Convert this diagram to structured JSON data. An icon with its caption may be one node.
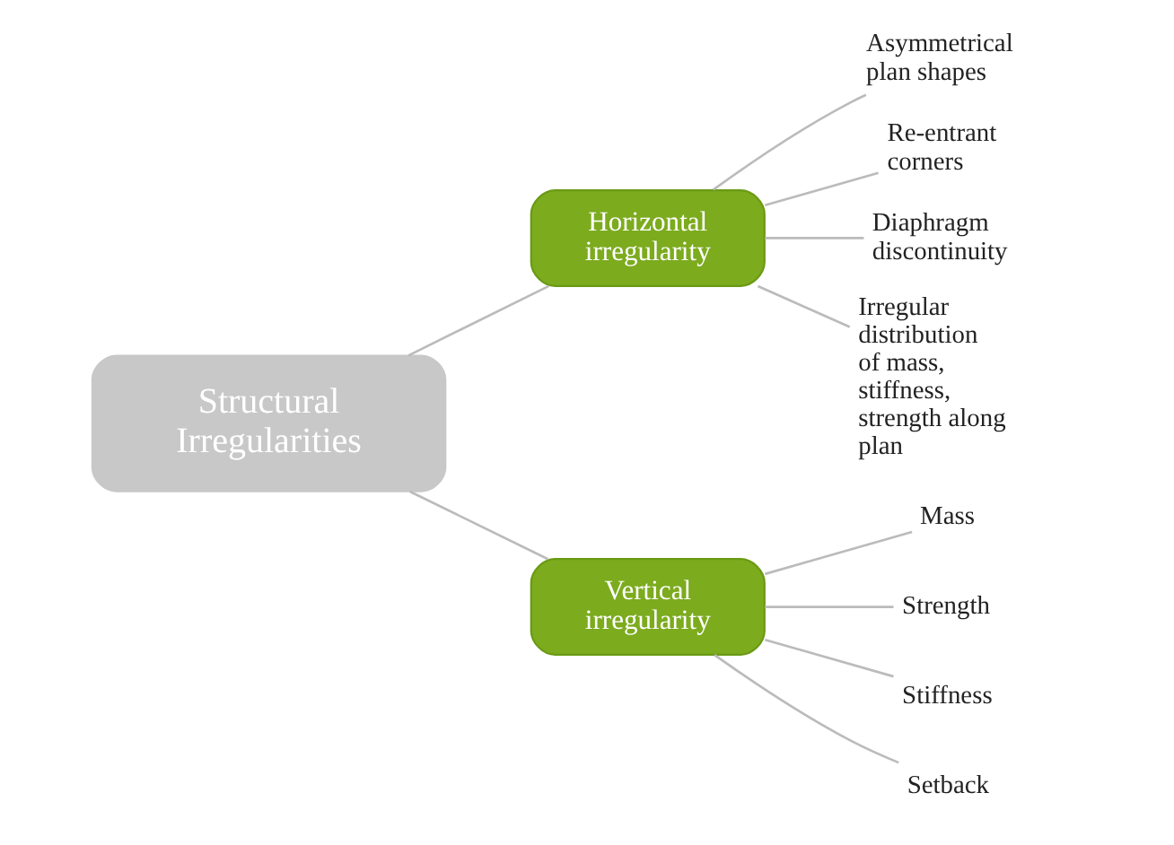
{
  "diagram": {
    "nodes": [
      {
        "text": [
          "Structural Irregularities"
        ]
      },
      {
        "text": [
          "Horizontal irregularity"
        ]
      },
      {
        "text": [
          "Vertical irregularity"
        ]
      },
      {
        "text": [
          "Asymmetrical plan shapes"
        ]
      },
      {
        "text": [
          "Re-entrant corners"
        ]
      },
      {
        "text": [
          "Diaphragm discontinuity"
        ]
      },
      {
        "text": [
          "Irregular distribution of mass, stiffness, strength along plan"
        ]
      },
      {
        "text": [
          "Mass"
        ]
      },
      {
        "text": [
          "Strength"
        ]
      },
      {
        "text": [
          "Stiffness"
        ]
      },
      {
        "text": [
          "Setback"
        ]
      }
    ],
    "edges": [
      {
        "from": 0,
        "to": 1,
        "arrow": "none"
      },
      {
        "from": 0,
        "to": 2,
        "arrow": "none"
      },
      {
        "from": 1,
        "to": 3,
        "arrow": "none"
      },
      {
        "from": 1,
        "to": 4,
        "arrow": "none"
      },
      {
        "from": 1,
        "to": 5,
        "arrow": "none"
      },
      {
        "from": 1,
        "to": 6,
        "arrow": "none"
      },
      {
        "from": 2,
        "to": 7,
        "arrow": "none"
      },
      {
        "from": 2,
        "to": 8,
        "arrow": "none"
      },
      {
        "from": 2,
        "to": 9,
        "arrow": "none"
      },
      {
        "from": 2,
        "to": 10,
        "arrow": "none"
      }
    ]
  }
}
